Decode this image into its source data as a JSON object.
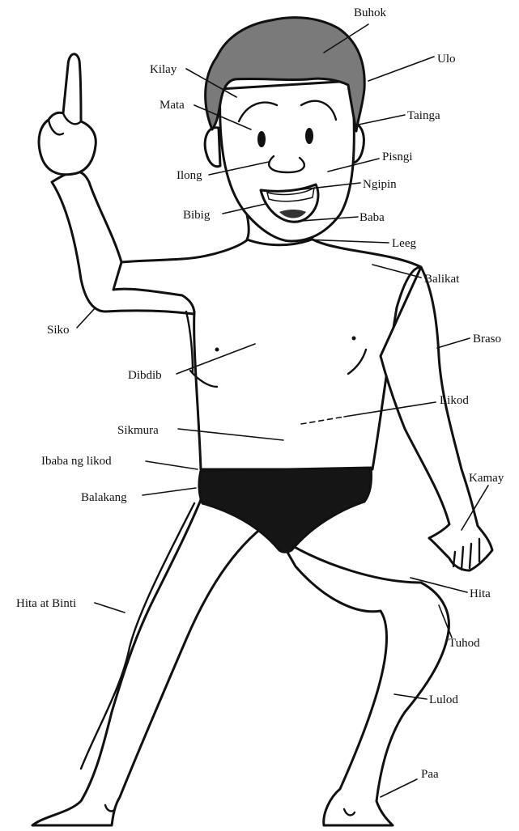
{
  "labels": {
    "buhok": "Buhok",
    "ulo": "Ulo",
    "kilay": "Kilay",
    "mata": "Mata",
    "tainga": "Tainga",
    "pisngi": "Pisngi",
    "ilong": "Ilong",
    "ngipin": "Ngipin",
    "bibig": "Bibig",
    "baba": "Baba",
    "leeg": "Leeg",
    "balikat": "Balikat",
    "siko": "Siko",
    "braso": "Braso",
    "dibdib": "Dibdib",
    "likod": "Likod",
    "sikmura": "Sikmura",
    "ibaba_ng_likod": "Ibaba ng likod",
    "kamay": "Kamay",
    "balakang": "Balakang",
    "hita": "Hita",
    "hita_at_binti": "Hita at Binti",
    "tuhod": "Tuhod",
    "lulod": "Lulod",
    "paa": "Paa"
  },
  "colors": {
    "line": "#111111",
    "hair": "#7a7a7a",
    "briefs": "#151515",
    "background": "#ffffff"
  }
}
